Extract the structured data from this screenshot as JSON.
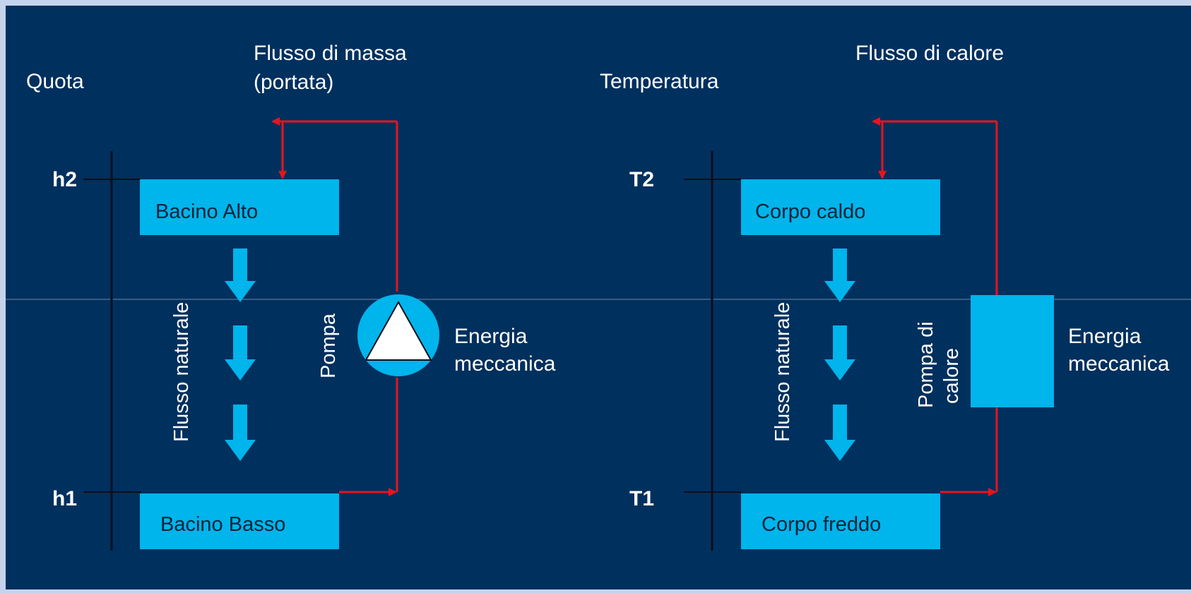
{
  "colors": {
    "border": "#c6d3ec",
    "background": "#00305e",
    "box": "#00b4ec",
    "arrow": "#00b4ec",
    "flow_line": "#e8141c",
    "axis_line": "#0a0f1a",
    "text": "#ffffff",
    "box_text": "#0b2238"
  },
  "left": {
    "axis_label": "Quota",
    "flow_title_line1": "Flusso di massa",
    "flow_title_line2": "(portata)",
    "level_high": "h2",
    "level_low": "h1",
    "box_high": "Bacino Alto",
    "box_low": "Bacino Basso",
    "natural_flow": "Flusso naturale",
    "device_label": "Pompa",
    "energy_line1": "Energia",
    "energy_line2": "meccanica",
    "device_icon": "pump-triangle-icon"
  },
  "right": {
    "axis_label": "Temperatura",
    "flow_title_line1": "Flusso di calore",
    "level_high": "T2",
    "level_low": "T1",
    "box_high": "Corpo caldo",
    "box_low": "Corpo freddo",
    "natural_flow": "Flusso naturale",
    "device_label_line1": "Pompa di",
    "device_label_line2": "calore",
    "energy_line1": "Energia",
    "energy_line2": "meccanica",
    "device_icon": "heat-pump-box-icon"
  }
}
